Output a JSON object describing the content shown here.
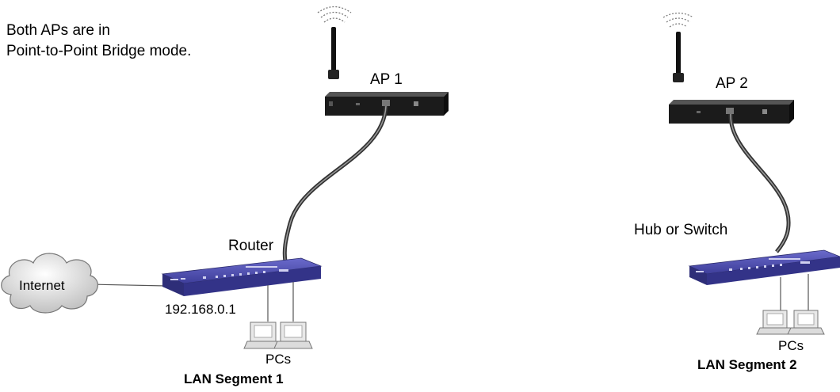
{
  "note": {
    "line1": "Both APs are in",
    "line2": "Point-to-Point Bridge mode."
  },
  "ap1": {
    "label": "AP 1"
  },
  "ap2": {
    "label": "AP 2"
  },
  "router": {
    "label": "Router",
    "ip": "192.168.0.1"
  },
  "switch": {
    "label": "Hub or Switch"
  },
  "internet": {
    "label": "Internet"
  },
  "segment1": {
    "pcs_label": "PCs",
    "label": "LAN Segment 1"
  },
  "segment2": {
    "pcs_label": "PCs",
    "label": "LAN Segment 2"
  },
  "colors": {
    "device_blue": "#3a3a8c",
    "device_dark": "#1b1b1b",
    "cable": "#4a4a4a",
    "cloud": "#d9d9d9"
  }
}
